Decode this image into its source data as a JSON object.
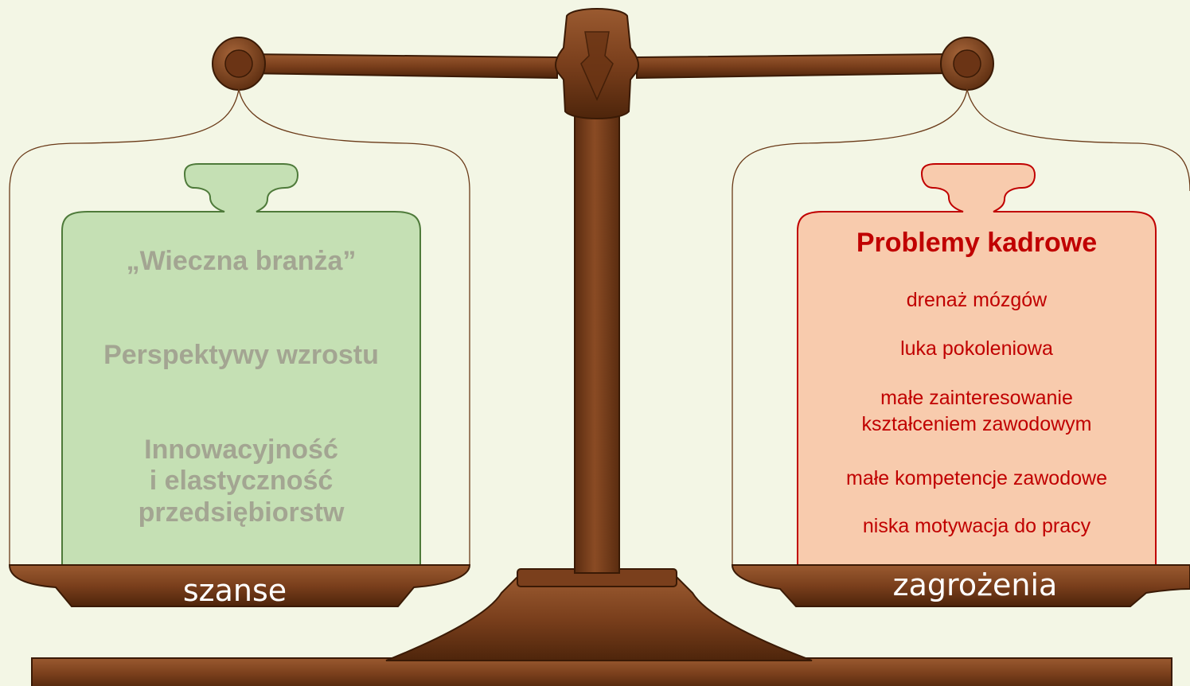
{
  "left_pan": {
    "label": "szanse",
    "weight_color": "#c5e0b4",
    "items": [
      "„Wieczna branża”",
      "Perspektywy wzrostu",
      "Innowacyjność\ni elastyczność\nprzedsiębiorstw"
    ]
  },
  "right_pan": {
    "label": "zagrożenia",
    "weight_color": "#f8cbad",
    "title": "Problemy kadrowe",
    "items": [
      "drenaż mózgów",
      "luka pokoleniowa",
      "małe zainteresowanie\nkształceniem zawodowym",
      "małe kompetencje zawodowe",
      "niska motywacja do pracy"
    ]
  },
  "colors": {
    "background": "#f3f6e5",
    "wood": "#7a3f1c",
    "wood_dark": "#4a2208",
    "opportunity_text": "#a3a592",
    "threat_text": "#c00000"
  }
}
